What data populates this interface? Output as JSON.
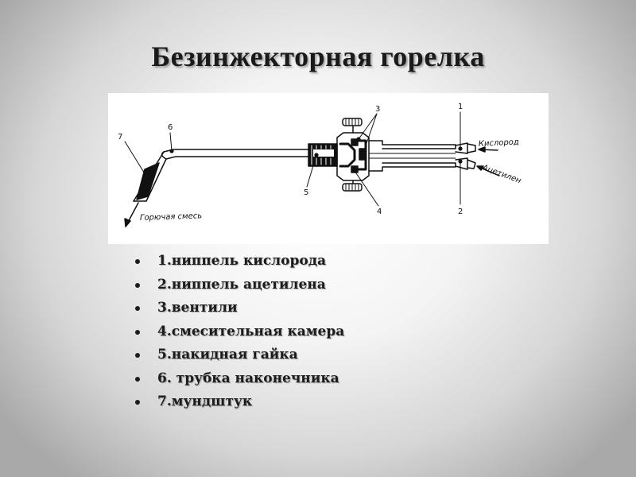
{
  "slide": {
    "title": "Безинжекторная горелка"
  },
  "diagram": {
    "numbers": {
      "n1": "1",
      "n2": "2",
      "n3": "3",
      "n4": "4",
      "n5": "5",
      "n6": "6",
      "n7": "7"
    },
    "labels": {
      "oxygen": "Кислород",
      "acetylene": "Ацетилен",
      "mixture": "Горючая смесь"
    }
  },
  "legend": {
    "items": [
      "1.ниппель кислорода",
      "2.ниппель ацетилена",
      "3.вентили",
      "4.смесительная камера",
      "5.накидная гайка",
      "6. трубка наконечника",
      "7.мундштук"
    ]
  }
}
